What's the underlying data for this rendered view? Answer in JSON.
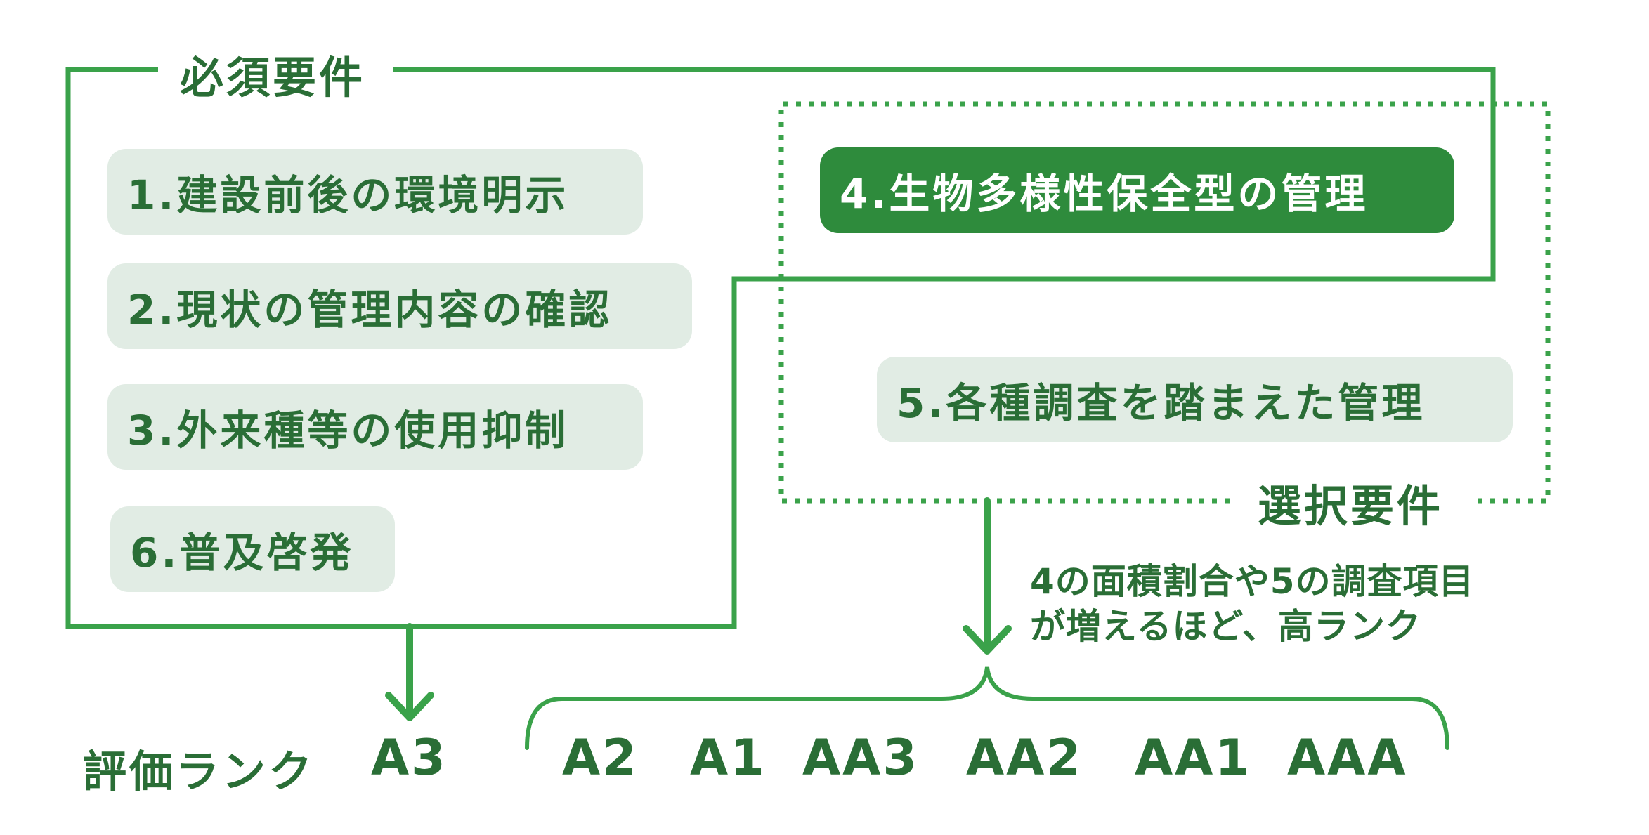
{
  "required_group": {
    "title": "必須要件",
    "items": [
      "1.建設前後の環境明示",
      "2.現状の管理内容の確認",
      "3.外来種等の使用抑制",
      "6.普及啓発"
    ],
    "highlighted_item": "4.生物多様性保全型の管理"
  },
  "optional_group": {
    "title": "選択要件",
    "items": [
      "5.各種調査を踏まえた管理"
    ]
  },
  "note": [
    "4の面積割合や5の調査項目",
    "が増えるほど、高ランク"
  ],
  "rank": {
    "title": "評価ランク",
    "base": "A3",
    "levels": [
      "A2",
      "A1",
      "AA3",
      "AA2",
      "AA1",
      "AAA"
    ]
  },
  "colors": {
    "line": "#3aa24a",
    "text": "#2a6e36",
    "pill": "#e1ece4",
    "highlight": "#2e8b3c"
  }
}
